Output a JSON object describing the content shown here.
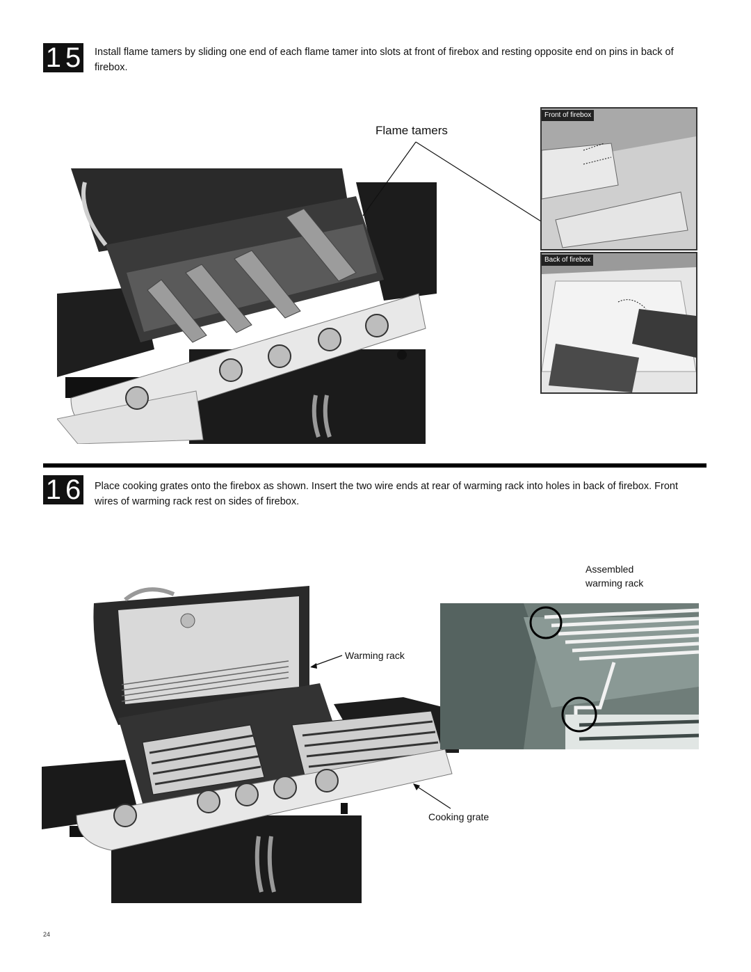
{
  "step15": {
    "number": "15",
    "text": "Install flame tamers by sliding one end of each flame tamer into slots at front of firebox and resting opposite end on pins in back of firebox.",
    "callout": "Flame tamers",
    "front_label": "Front of firebox",
    "back_label": "Back of firebox"
  },
  "step16": {
    "number": "16",
    "text": "Place cooking grates onto the firebox as shown. Insert the two wire ends at rear of warming rack into holes in back of firebox. Front wires of warming rack rest on sides of firebox.",
    "warming_rack_label": "Warming rack",
    "cooking_grate_label": "Cooking grate",
    "assembled_label_line1": "Assembled",
    "assembled_label_line2": "warming rack"
  },
  "footer": {
    "page_number": "24"
  }
}
